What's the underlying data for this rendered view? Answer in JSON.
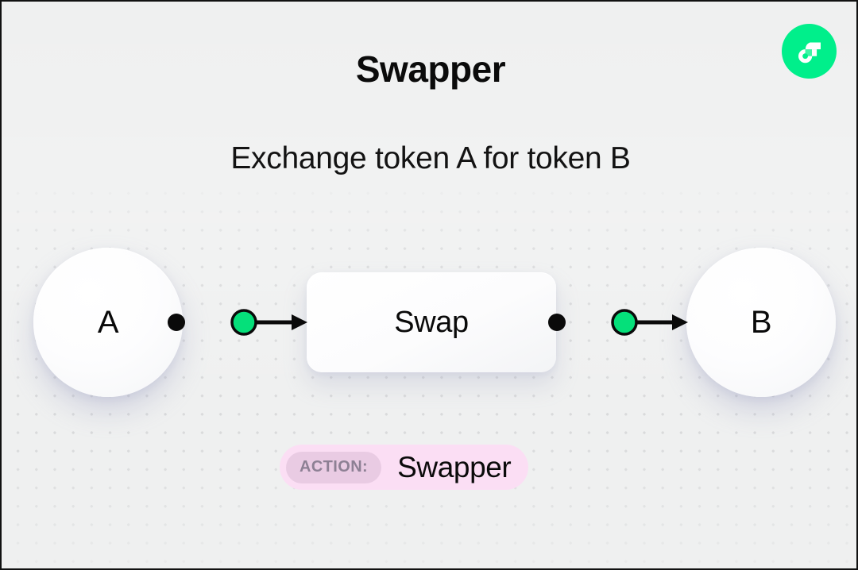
{
  "header": {
    "title": "Swapper",
    "subtitle": "Exchange token A for token B",
    "logo_name": "flow-logo",
    "logo_color": "#00EF8B"
  },
  "diagram": {
    "input_node": {
      "label": "A",
      "name": "token-a"
    },
    "process_node": {
      "label": "Swap",
      "name": "swap-box"
    },
    "output_node": {
      "label": "B",
      "name": "token-b"
    },
    "connectors": [
      {
        "name": "connector-left",
        "from": "A",
        "to": "Swap"
      },
      {
        "name": "connector-right",
        "from": "Swap",
        "to": "B"
      }
    ],
    "accent_color": "#05E07A",
    "stroke_color": "#0A0A0A",
    "dot_grid_color": "#D9DADB"
  },
  "action_badge": {
    "key": "ACTION:",
    "value": "Swapper",
    "pill_color": "#FBDEF4",
    "key_pill_color": "#E9CBE3",
    "key_text_color": "#8D8094"
  },
  "canvas": {
    "background_color": "#EFF0F0",
    "border_color": "#111111"
  }
}
